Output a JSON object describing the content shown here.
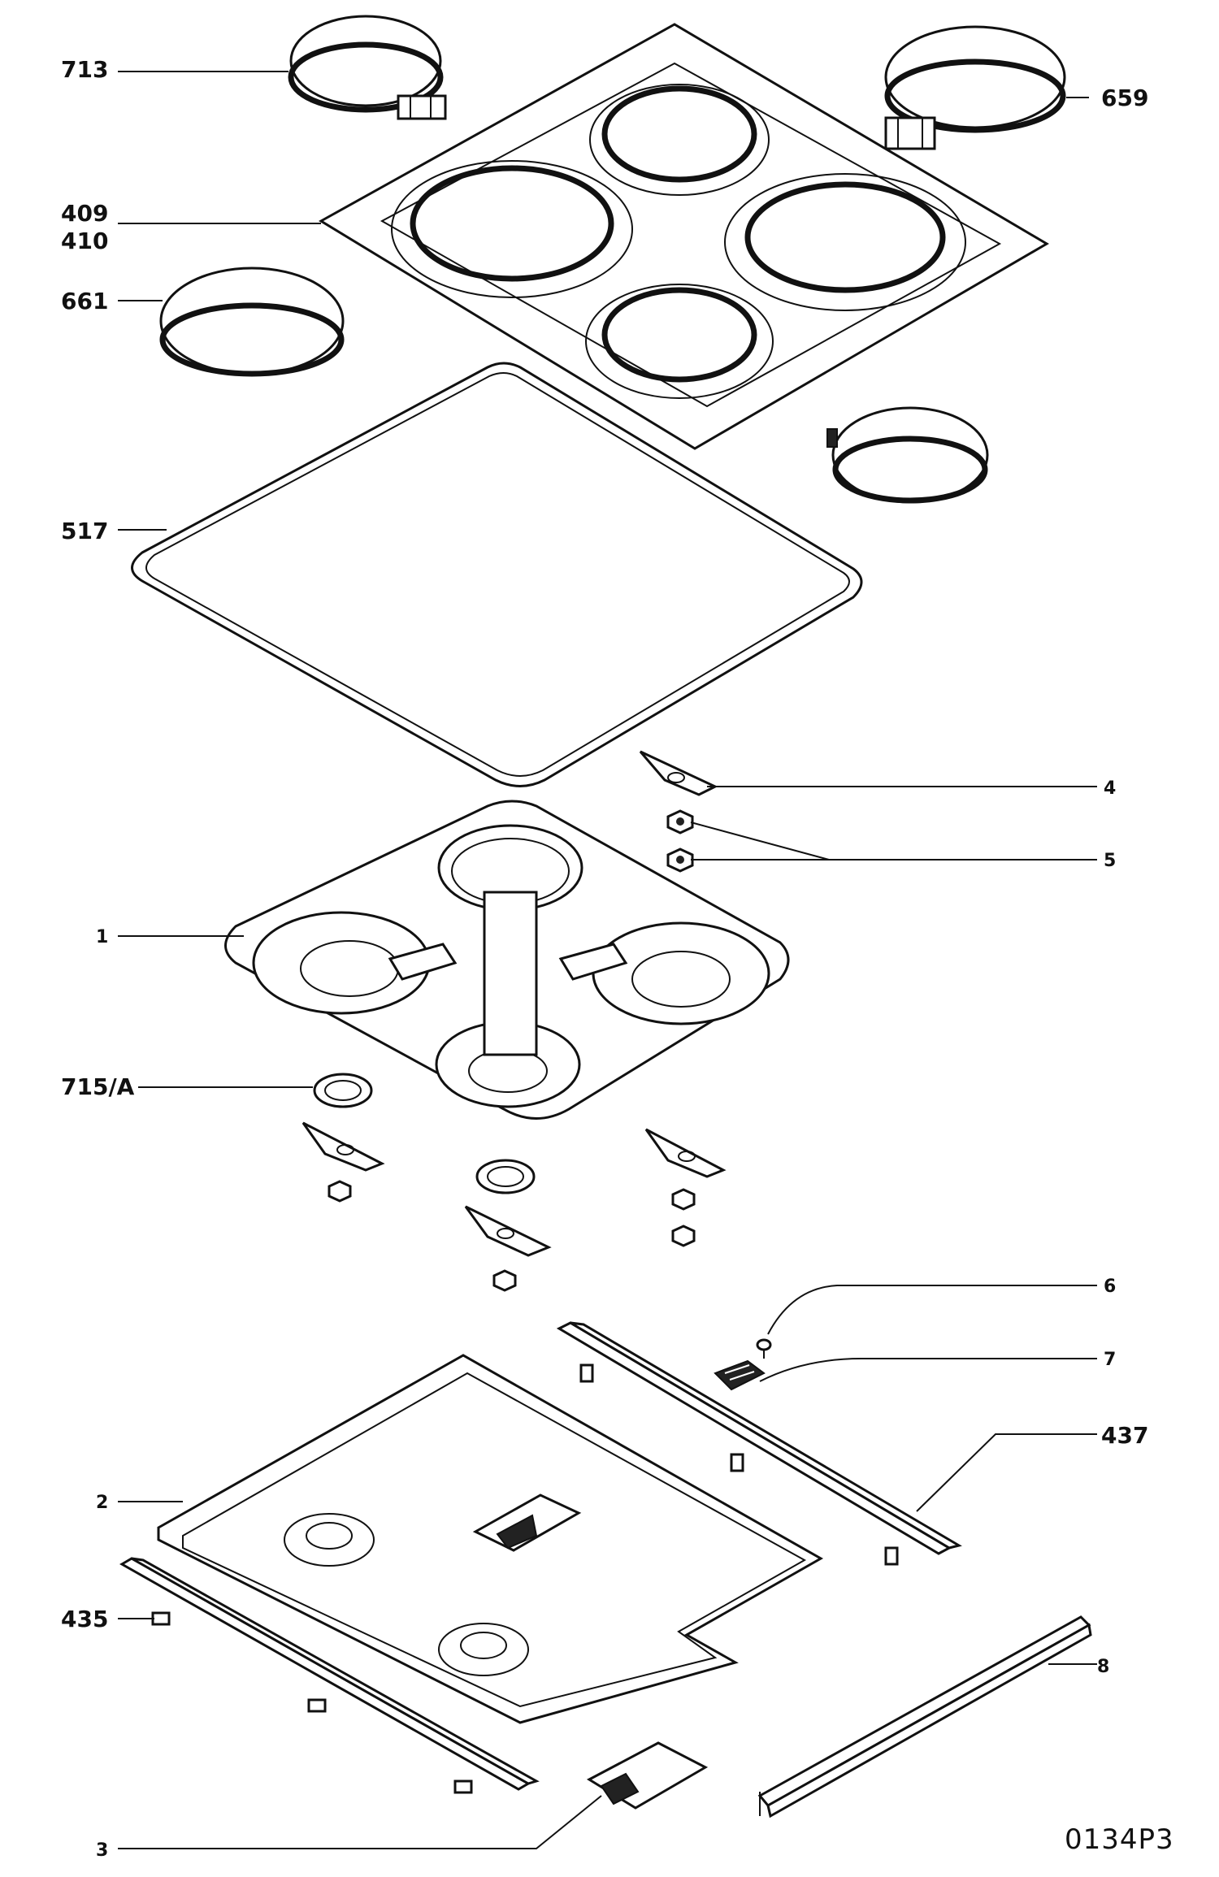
{
  "diagram": {
    "drawing_code": "0134P3",
    "labels": {
      "l713": "713",
      "l659": "659",
      "l409": "409",
      "l410": "410",
      "l661": "661",
      "l517": "517",
      "l4": "4",
      "l5": "5",
      "l1": "1",
      "l715a": "715/A",
      "l6": "6",
      "l7": "7",
      "l437": "437",
      "l2": "2",
      "l435": "435",
      "l8": "8",
      "l3": "3"
    }
  }
}
